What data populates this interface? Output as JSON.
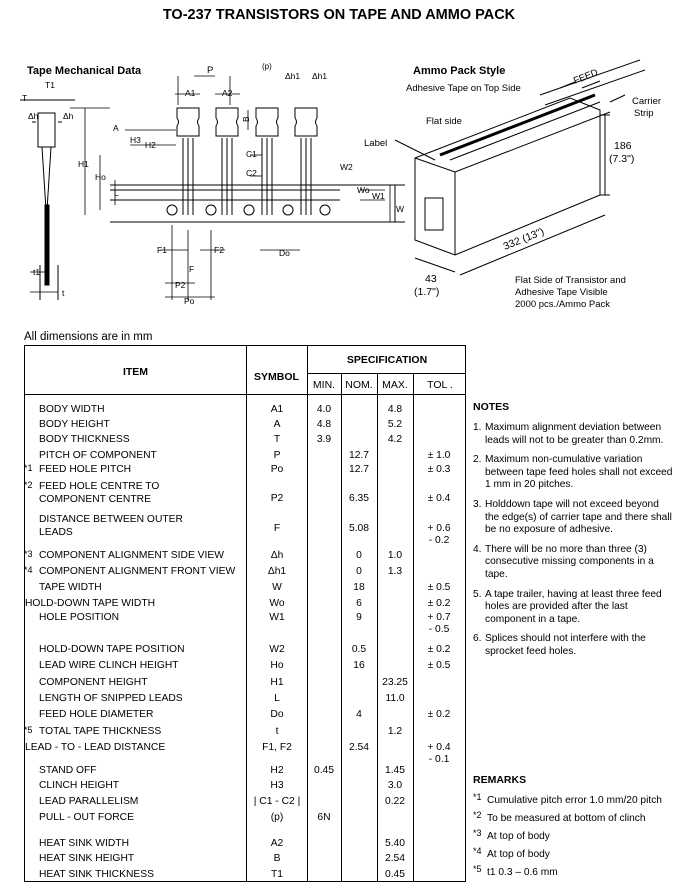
{
  "title": "TO-237 TRANSISTORS ON TAPE AND AMMO PACK",
  "drawing": {
    "tape_heading": "Tape Mechanical Data",
    "ammo_heading": "Ammo Pack Style",
    "adhesive_label": "Adhesive Tape on Top Side",
    "feed_label": "FEED",
    "carrier_label_1": "Carrier",
    "carrier_label_2": "Strip",
    "flat_side_label": "Flat side",
    "label_label": "Label",
    "dim_186": "186",
    "dim_186_in": "(7.3\")",
    "dim_43": "43",
    "dim_43_in": "(1.7\")",
    "dim_332": "332 (13\")",
    "caption_1": "Flat Side of Transistor and",
    "caption_2": "Adhesive Tape Visible",
    "caption_3": "2000 pcs./Ammo Pack",
    "labels": {
      "P": "P",
      "p_paren": "(p)",
      "dh1_a": "Δh1",
      "dh1_b": "Δh1",
      "A1": "A1",
      "A2": "A2",
      "B": "B",
      "T": "T",
      "T1": "T1",
      "dh": "Δh",
      "dh2": "Δh",
      "A": "A",
      "H3": "H3",
      "H2": "H2",
      "H1": "H1",
      "Ho": "Ho",
      "L": "L",
      "C1": "C1",
      "C2": "C2",
      "W2": "W2",
      "Wo": "Wo",
      "W1": "W1",
      "W": "W",
      "F1": "F1",
      "F2": "F2",
      "F": "F",
      "Do": "Do",
      "P2": "P2",
      "Po": "Po",
      "t1": "t1",
      "t": "t"
    }
  },
  "dimensions_note": "All dimensions are in mm",
  "table": {
    "headers": {
      "item": "ITEM",
      "symbol": "SYMBOL",
      "specification": "SPECIFICATION",
      "min": "MIN.",
      "nom": "NOM.",
      "max": "MAX.",
      "tol": "TOL ."
    },
    "rows": [
      {
        "item": "BODY WIDTH",
        "symbol": "A1",
        "min": "4.0",
        "max": "4.8"
      },
      {
        "item": "BODY HEIGHT",
        "symbol": "A",
        "min": "4.8",
        "max": "5.2"
      },
      {
        "item": "BODY THICKNESS",
        "symbol": "T",
        "min": "3.9",
        "max": "4.2"
      },
      {
        "item": "PITCH OF COMPONENT",
        "symbol": "P",
        "nom": "12.7",
        "tol": "± 1.0"
      },
      {
        "item": "FEED HOLE PITCH",
        "symbol": "Po",
        "nom": "12.7",
        "tol": "± 0.3",
        "star": "*1"
      },
      {
        "item": "FEED HOLE CENTRE TO",
        "item2": "COMPONENT CENTRE",
        "symbol": "P2",
        "nom": "6.35",
        "tol": "± 0.4",
        "star": "*2"
      },
      {
        "item": "DISTANCE BETWEEN OUTER",
        "item2": "LEADS",
        "symbol": "F",
        "nom": "5.08",
        "tol": "+ 0.6",
        "tol2": "- 0.2"
      },
      {
        "item": "COMPONENT ALIGNMENT SIDE VIEW",
        "symbol": "Δh",
        "nom": "0",
        "max": "1.0",
        "star": "*3"
      },
      {
        "item": "COMPONENT ALIGNMENT FRONT VIEW",
        "symbol": "Δh1",
        "nom": "0",
        "max": "1.3",
        "star": "*4"
      },
      {
        "item": "TAPE WIDTH",
        "symbol": "W",
        "nom": "18",
        "tol": "± 0.5"
      },
      {
        "item": "HOLD-DOWN TAPE WIDTH",
        "symbol": "Wo",
        "nom": "6",
        "tol": "± 0.2"
      },
      {
        "item": "HOLE POSITION",
        "symbol": "W1",
        "nom": "9",
        "tol": "+ 0.7",
        "tol2": "- 0.5"
      },
      {
        "item": "HOLD-DOWN TAPE POSITION",
        "symbol": "W2",
        "nom": "0.5",
        "tol": "± 0.2"
      },
      {
        "item": "LEAD WIRE CLINCH HEIGHT",
        "symbol": "Ho",
        "nom": "16",
        "tol": "± 0.5"
      },
      {
        "item": "COMPONENT HEIGHT",
        "symbol": "H1",
        "max": "23.25"
      },
      {
        "item": "LENGTH OF SNIPPED LEADS",
        "symbol": "L",
        "max": "11.0"
      },
      {
        "item": "FEED HOLE DIAMETER",
        "symbol": "Do",
        "nom": "4",
        "tol": "± 0.2"
      },
      {
        "item": "TOTAL TAPE THICKNESS",
        "symbol": "t",
        "max": "1.2",
        "star": "*5"
      },
      {
        "item": "LEAD - TO - LEAD DISTANCE",
        "symbol": "F1, F2",
        "nom": "2.54",
        "tol": "+ 0.4",
        "tol2": "- 0.1"
      },
      {
        "item": "STAND OFF",
        "symbol": "H2",
        "min": "0.45",
        "max": "1.45"
      },
      {
        "item": "CLINCH HEIGHT",
        "symbol": "H3",
        "max": "3.0"
      },
      {
        "item": "LEAD PARALLELISM",
        "symbol": "| C1 - C2 |",
        "max": "0.22"
      },
      {
        "item": "PULL - OUT FORCE",
        "symbol": "(p)",
        "min": "6N"
      },
      {
        "item": "HEAT SINK WIDTH",
        "symbol": "A2",
        "max": "5.40"
      },
      {
        "item": "HEAT SINK HEIGHT",
        "symbol": "B",
        "max": "2.54"
      },
      {
        "item": "HEAT SINK THICKNESS",
        "symbol": "T1",
        "max": "0.45"
      }
    ]
  },
  "notes": {
    "heading": "NOTES",
    "items": [
      {
        "n": "1.",
        "text": "Maximum alignment deviation between leads will not to be greater than 0.2mm."
      },
      {
        "n": "2.",
        "text": "Maximum non-cumulative variation between tape feed holes shall not exceed 1 mm in 20 pitches."
      },
      {
        "n": "3.",
        "text": "Holddown tape will not exceed beyond the edge(s) of carrier tape and there shall be no exposure of adhesive."
      },
      {
        "n": "4.",
        "text": "There will be no more than three (3) consecutive missing components in a tape."
      },
      {
        "n": "5.",
        "text": "A tape trailer, having at least three feed holes are provided after the last component in a tape."
      },
      {
        "n": "6.",
        "text": "Splices should not interfere with the sprocket feed holes."
      }
    ]
  },
  "remarks": {
    "heading": "REMARKS",
    "items": [
      {
        "n": "*1",
        "text": "Cumulative pitch error 1.0 mm/20 pitch"
      },
      {
        "n": "*2",
        "text": "To be measured at bottom of clinch"
      },
      {
        "n": "*3",
        "text": "At top of body"
      },
      {
        "n": "*4",
        "text": "At top of body"
      },
      {
        "n": "*5",
        "text": "t1  0.3 – 0.6 mm"
      }
    ]
  }
}
